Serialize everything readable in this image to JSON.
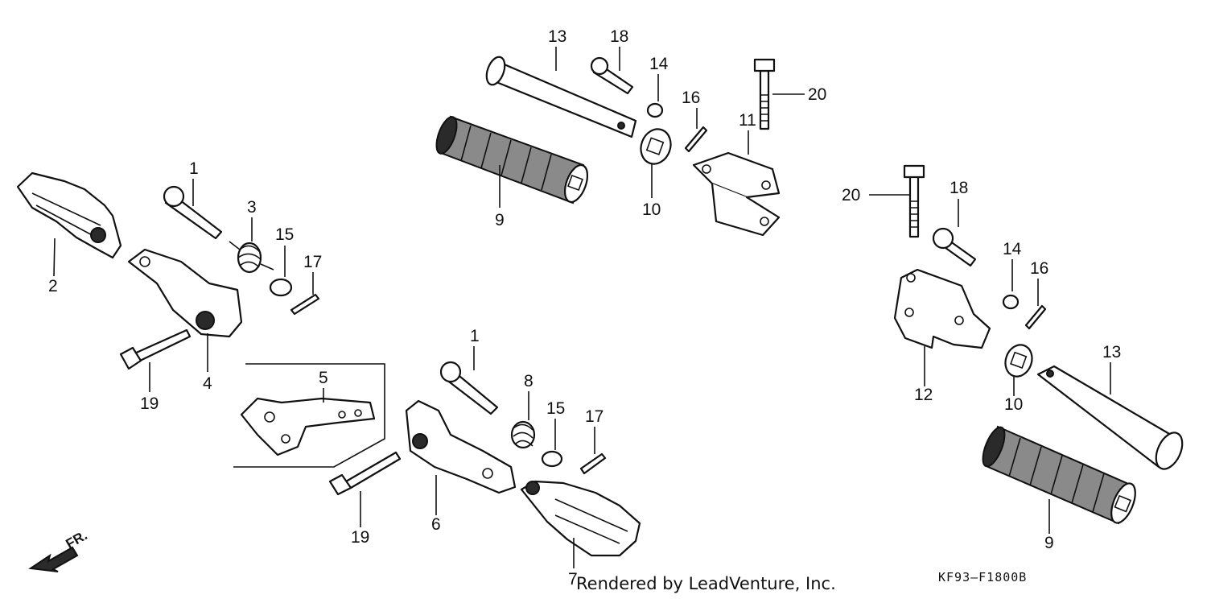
{
  "callouts": [
    {
      "id": "c13a",
      "text": "13"
    },
    {
      "id": "c18a",
      "text": "18"
    },
    {
      "id": "c14a",
      "text": "14"
    },
    {
      "id": "c16a",
      "text": "16"
    },
    {
      "id": "c20a",
      "text": "20"
    },
    {
      "id": "c11",
      "text": "11"
    },
    {
      "id": "c9a",
      "text": "9"
    },
    {
      "id": "c10a",
      "text": "10"
    },
    {
      "id": "c1a",
      "text": "1"
    },
    {
      "id": "c3",
      "text": "3"
    },
    {
      "id": "c15a",
      "text": "15"
    },
    {
      "id": "c17a",
      "text": "17"
    },
    {
      "id": "c2",
      "text": "2"
    },
    {
      "id": "c4",
      "text": "4"
    },
    {
      "id": "c19a",
      "text": "19"
    },
    {
      "id": "c5",
      "text": "5"
    },
    {
      "id": "c1b",
      "text": "1"
    },
    {
      "id": "c8",
      "text": "8"
    },
    {
      "id": "c15b",
      "text": "15"
    },
    {
      "id": "c17b",
      "text": "17"
    },
    {
      "id": "c6",
      "text": "6"
    },
    {
      "id": "c19b",
      "text": "19"
    },
    {
      "id": "c7",
      "text": "7"
    },
    {
      "id": "c20b",
      "text": "20"
    },
    {
      "id": "c18b",
      "text": "18"
    },
    {
      "id": "c14b",
      "text": "14"
    },
    {
      "id": "c16b",
      "text": "16"
    },
    {
      "id": "c13b",
      "text": "13"
    },
    {
      "id": "c12",
      "text": "12"
    },
    {
      "id": "c10b",
      "text": "10"
    },
    {
      "id": "c9b",
      "text": "9"
    }
  ],
  "direction_label": "FR.",
  "diagram_code": "KF93–F1800B",
  "credit": "Rendered by LeadVenture, Inc."
}
